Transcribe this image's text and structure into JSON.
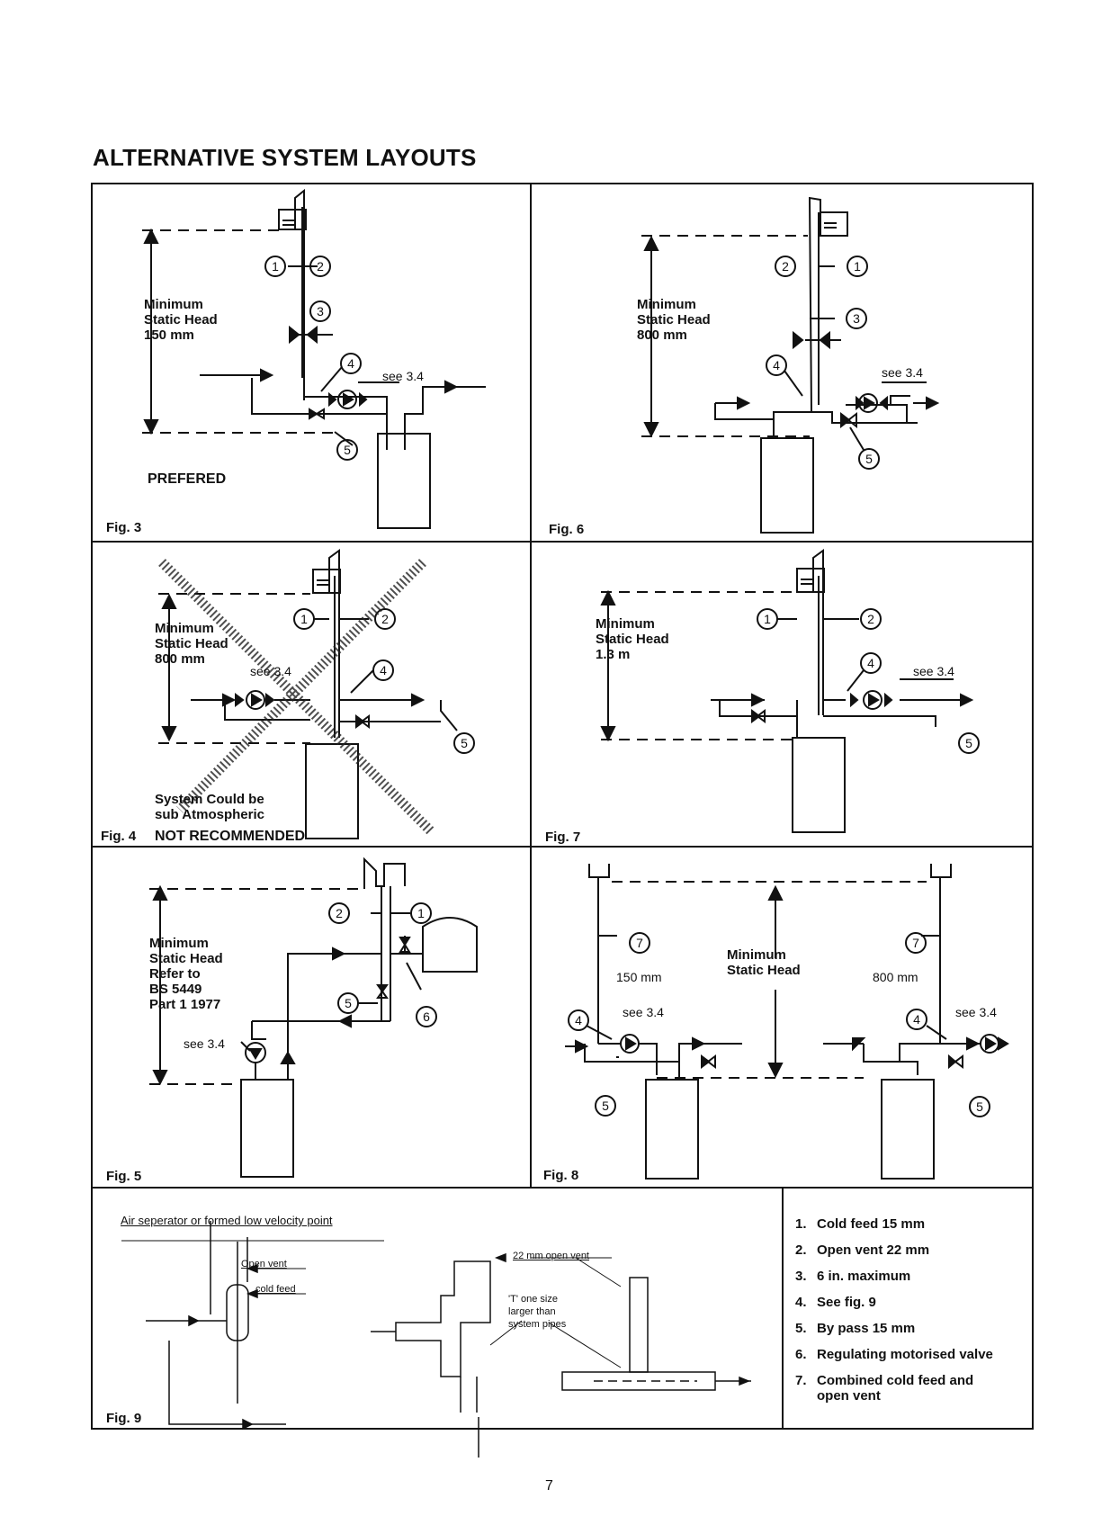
{
  "page": {
    "title": "ALTERNATIVE SYSTEM LAYOUTS",
    "page_number": "7"
  },
  "fig3": {
    "label": "Fig. 3",
    "head": [
      "Minimum",
      "Static Head",
      "150 mm"
    ],
    "see": "see 3.4",
    "note": "PREFERED",
    "markers": [
      "1",
      "2",
      "3",
      "4",
      "5"
    ]
  },
  "fig6": {
    "label": "Fig. 6",
    "head": [
      "Minimum",
      "Static Head",
      "800 mm"
    ],
    "see": "see 3.4",
    "markers": [
      "2",
      "1",
      "3",
      "4",
      "5"
    ]
  },
  "fig4": {
    "label": "Fig. 4",
    "head": [
      "Minimum",
      "Static Head",
      "800 mm"
    ],
    "see": "see 3.4",
    "note1": "System Could be",
    "note2": "sub Atmospheric",
    "note3": "NOT RECOMMENDED",
    "markers": [
      "1",
      "2",
      "4",
      "5"
    ]
  },
  "fig7": {
    "label": "Fig. 7",
    "head": [
      "Minimum",
      "Static Head",
      "1.3 m"
    ],
    "see": "see 3.4",
    "markers": [
      "1",
      "2",
      "4",
      "5"
    ]
  },
  "fig5": {
    "label": "Fig. 5",
    "head": [
      "Minimum",
      "Static Head",
      "Refer to",
      "BS 5449",
      "Part 1 1977"
    ],
    "see": "see 3.4",
    "markers": [
      "2",
      "1",
      "5",
      "6"
    ]
  },
  "fig8": {
    "label": "Fig. 8",
    "head": [
      "Minimum",
      "Static Head"
    ],
    "left_dim": "150 mm",
    "right_dim": "800 mm",
    "see_left": "see 3.4",
    "see_right": "see 3.4",
    "markers": [
      "7",
      "4",
      "5",
      "7",
      "4",
      "5"
    ]
  },
  "fig9": {
    "label": "Fig. 9",
    "title": "Air seperator or formed low velocity point",
    "open_vent": "Open vent",
    "cold_feed": "cold feed",
    "open_vent_22": "22 mm open vent",
    "tee_note": [
      "'T' one size",
      "larger than",
      "system pipes"
    ]
  },
  "legend": [
    {
      "num": "1.",
      "text": "Cold feed 15 mm"
    },
    {
      "num": "2.",
      "text": "Open vent 22 mm"
    },
    {
      "num": "3.",
      "text": "6 in. maximum"
    },
    {
      "num": "4.",
      "text": "See fig. 9"
    },
    {
      "num": "5.",
      "text": "By pass 15 mm"
    },
    {
      "num": "6.",
      "text": "Regulating motorised valve"
    },
    {
      "num": "7.",
      "text": "Combined cold feed and open vent"
    }
  ]
}
